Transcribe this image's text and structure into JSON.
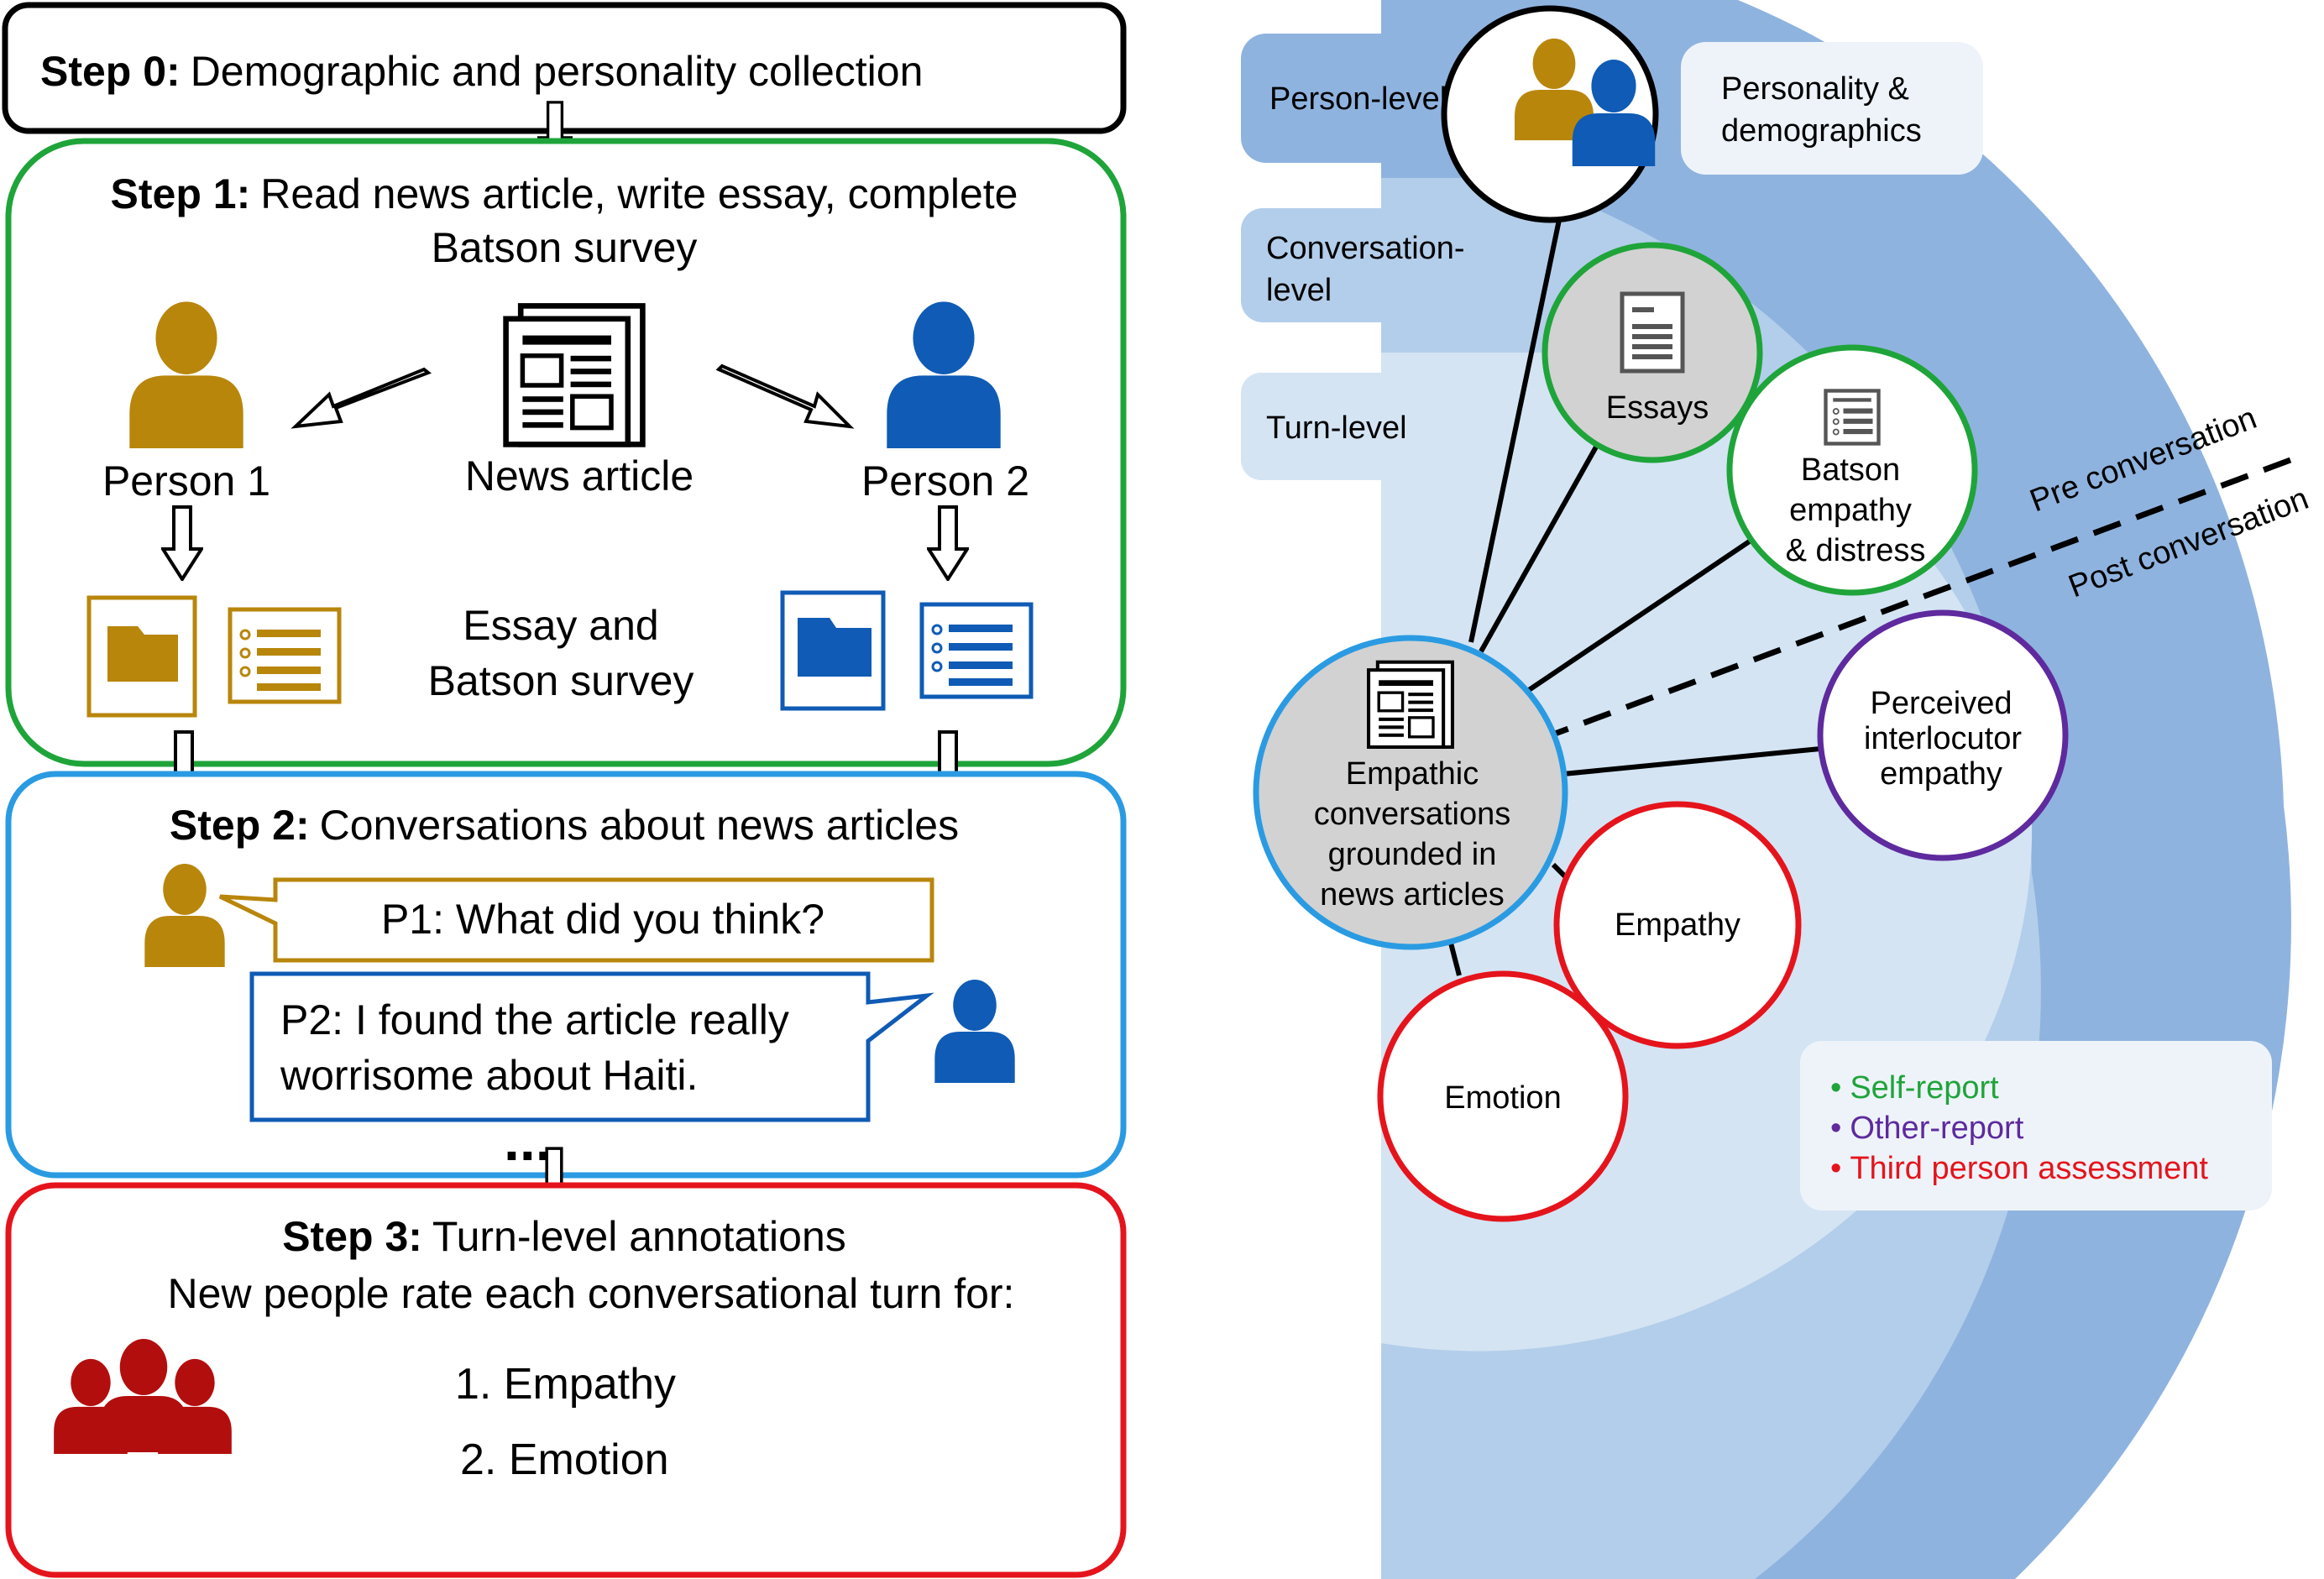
{
  "colors": {
    "gold": "#B8860B",
    "blue": "#0F5BB5",
    "green": "#1FA43A",
    "cyan": "#2A9BE2",
    "red": "#E5141C",
    "purple": "#5E2A9E",
    "dark_red": "#B30E0E",
    "band_outer": "#8FB3DF",
    "band_mid": "#B3CEEA",
    "band_inner": "#D4E4F3",
    "node_gray": "#D2D2D2",
    "legend_bg": "#EEF3FA"
  },
  "steps": {
    "step0": {
      "label": "Step 0:",
      "text": "Demographic and personality collection"
    },
    "step1": {
      "label": "Step 1:",
      "text_line1": "Read news article, write essay, complete",
      "text_line2": "Batson survey",
      "person1": "Person 1",
      "person2": "Person 2",
      "news_article": "News article",
      "essay_line1": "Essay and",
      "essay_line2": "Batson survey"
    },
    "step2": {
      "label": "Step 2:",
      "text": "Conversations about news articles",
      "bubble1": "P1: What did you think?",
      "bubble2_line1": "P2: I found the article really",
      "bubble2_line2": "worrisome about Haiti.",
      "ellipsis": "..."
    },
    "step3": {
      "label": "Step 3:",
      "text": "Turn-level annotations",
      "subtitle": "New people rate each conversational turn for:",
      "item1": "1. Empathy",
      "item2": "2. Emotion"
    }
  },
  "levels": {
    "person": "Person-level",
    "conversation_line1": "Conversation-",
    "conversation_line2": "level",
    "turn": "Turn-level"
  },
  "nodes": {
    "personality_line1": "Personality &",
    "personality_line2": "demographics",
    "essays": "Essays",
    "batson_line1": "Batson",
    "batson_line2": "empathy",
    "batson_line3": "& distress",
    "perceived_line1": "Perceived",
    "perceived_line2": "interlocutor",
    "perceived_line3": "empathy",
    "center_line1": "Empathic",
    "center_line2": "conversations",
    "center_line3": "grounded in",
    "center_line4": "news articles",
    "empathy": "Empathy",
    "emotion": "Emotion"
  },
  "divider": {
    "pre": "Pre conversation",
    "post": "Post conversation"
  },
  "legend": {
    "bullet": "•",
    "self": "Self-report",
    "other": "Other-report",
    "third": "Third person assessment"
  },
  "icons": [
    "person-icon",
    "newspaper-icon",
    "folder-icon",
    "survey-list-icon",
    "group-icon",
    "document-icon",
    "down-arrow-icon"
  ]
}
